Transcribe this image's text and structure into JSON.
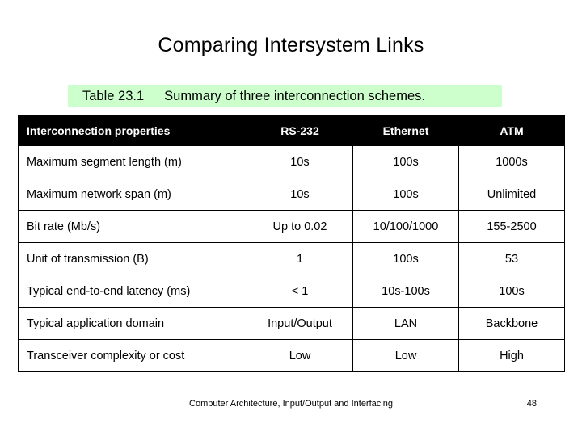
{
  "slide": {
    "title": "Comparing Intersystem Links",
    "caption": {
      "label": "Table 23.1",
      "text": "Summary of three interconnection schemes."
    },
    "footer": {
      "text": "Computer Architecture, Input/Output and Interfacing",
      "page": "48"
    }
  },
  "table": {
    "headers": [
      "Interconnection properties",
      "RS-232",
      "Ethernet",
      "ATM"
    ],
    "rows": [
      {
        "property": "Maximum segment length (m)",
        "rs232": "10s",
        "ethernet": "100s",
        "atm": "1000s"
      },
      {
        "property": "Maximum network span (m)",
        "rs232": "10s",
        "ethernet": "100s",
        "atm": "Unlimited"
      },
      {
        "property": "Bit rate (Mb/s)",
        "rs232": "Up to 0.02",
        "ethernet": "10/100/1000",
        "atm": "155-2500"
      },
      {
        "property": "Unit of transmission (B)",
        "rs232": "1",
        "ethernet": "100s",
        "atm": "53"
      },
      {
        "property": "Typical end-to-end latency (ms)",
        "rs232": "< 1",
        "ethernet": "10s-100s",
        "atm": "100s"
      },
      {
        "property": "Typical application domain",
        "rs232": "Input/Output",
        "ethernet": "LAN",
        "atm": "Backbone"
      },
      {
        "property": "Transceiver complexity or cost",
        "rs232": "Low",
        "ethernet": "Low",
        "atm": "High"
      }
    ]
  },
  "colors": {
    "caption_band": "#ccffcc",
    "header_background": "#000000",
    "header_text": "#ffffff"
  }
}
